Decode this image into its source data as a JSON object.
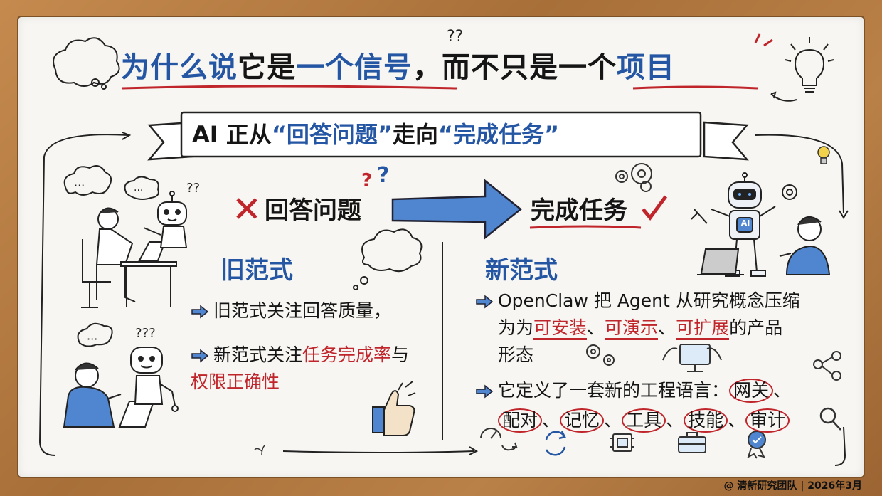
{
  "title": {
    "part1": "为什么说",
    "part2": "它是",
    "part3": "一个信号",
    "part4": "，而不只是一个",
    "part5": "项目"
  },
  "banner": {
    "prefix": "AI 正从",
    "quote1": "“回答问题”",
    "mid": "走向",
    "quote2": "“完成任务”"
  },
  "from_label": "回答问题",
  "to_label": "完成任务",
  "old_paradigm": {
    "heading": "旧范式",
    "bullets": [
      {
        "text": "旧范式关注回答质量，"
      },
      {
        "prefix": "新范式关注",
        "highlight1": "任务完成率",
        "mid": "与",
        "highlight2": "权限正确性"
      }
    ]
  },
  "new_paradigm": {
    "heading": "新范式",
    "bullet1": {
      "line1": "OpenClaw 把 Agent 从研究概念压缩",
      "line2_prefix": "为为",
      "h1": "可安装",
      "sep1": "、",
      "h2": "可演示",
      "sep2": "、",
      "h3": "可扩展",
      "line2_suffix": "的产品",
      "line3": "形态"
    },
    "bullet2": {
      "line1_prefix": "它定义了一套新的工程语言：",
      "terms": [
        "网关",
        "配对",
        "记忆",
        "工具",
        "技能",
        "审计"
      ],
      "sep": "、"
    }
  },
  "robot_badge": "AI",
  "footer": "@ 清新研究团队 | 2026年3月",
  "colors": {
    "blue": "#2456a4",
    "red": "#c0252b",
    "board": "#f7f6f2",
    "frame": "#b07a44"
  }
}
